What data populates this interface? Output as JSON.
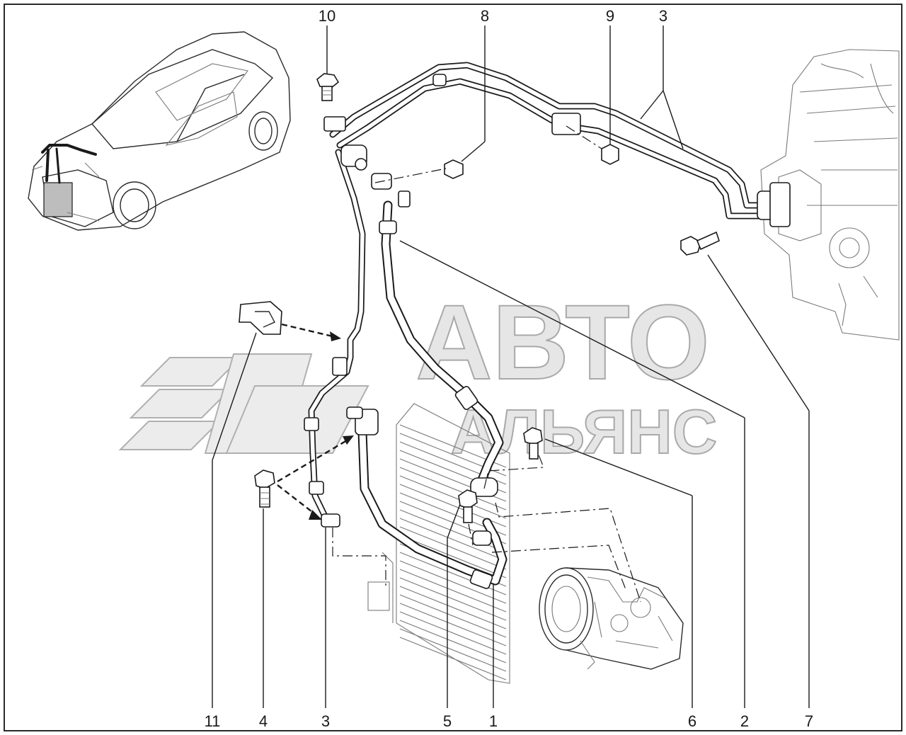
{
  "watermark": {
    "line1": "АВТО",
    "line2": "АЛЬЯНС"
  },
  "callouts": [
    {
      "id": "callout-10",
      "label": "10"
    },
    {
      "id": "callout-8",
      "label": "8"
    },
    {
      "id": "callout-9",
      "label": "9"
    },
    {
      "id": "callout-3-top",
      "label": "3"
    },
    {
      "id": "callout-11",
      "label": "11"
    },
    {
      "id": "callout-4",
      "label": "4"
    },
    {
      "id": "callout-3-bottom",
      "label": "3"
    },
    {
      "id": "callout-5",
      "label": "5"
    },
    {
      "id": "callout-1",
      "label": "1"
    },
    {
      "id": "callout-6",
      "label": "6"
    },
    {
      "id": "callout-2",
      "label": "2"
    },
    {
      "id": "callout-7",
      "label": "7"
    }
  ],
  "colors": {
    "line": "#1a1a1a",
    "watermark_fill": "#e6e6e6",
    "watermark_stroke": "#a9a9a9"
  }
}
